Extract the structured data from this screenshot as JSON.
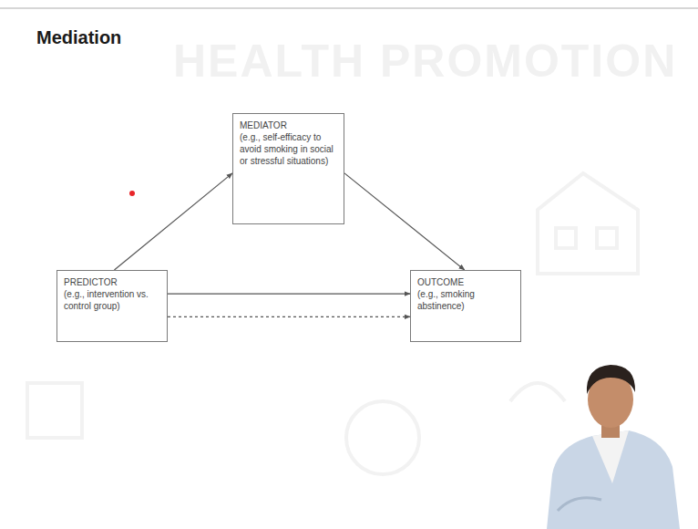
{
  "diagram": {
    "title": "Mediation",
    "nodes": [
      {
        "text": [
          "MEDIATOR",
          "(e.g., self-efficacy to avoid smoking in social or stressful situations)"
        ]
      },
      {
        "text": [
          "PREDICTOR",
          "(e.g., intervention vs. control group)"
        ]
      },
      {
        "text": [
          "OUTCOME",
          "(e.g., smoking abstinence)"
        ]
      }
    ],
    "edges": [
      {
        "from": 1,
        "to": 0,
        "arrow": "to"
      },
      {
        "from": 0,
        "to": 2,
        "arrow": "to"
      },
      {
        "from": 1,
        "to": 2,
        "arrow": "to"
      },
      {
        "from": 1,
        "to": 2,
        "arrow": "to"
      }
    ],
    "labels": [
      "HEALTH PROMOTION"
    ]
  }
}
